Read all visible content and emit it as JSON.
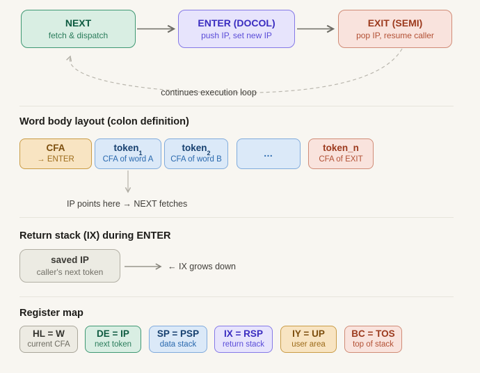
{
  "flow": {
    "nodes": [
      {
        "title": "NEXT",
        "subtitle": "fetch & dispatch",
        "theme": "green"
      },
      {
        "title": "ENTER (DOCOL)",
        "subtitle": "push IP, set new IP",
        "theme": "purple"
      },
      {
        "title": "EXIT (SEMI)",
        "subtitle": "pop IP, resume caller",
        "theme": "red"
      }
    ],
    "loop_label": "continues execution loop"
  },
  "word_body": {
    "heading": "Word body layout (colon definition)",
    "cells": [
      {
        "title": "CFA",
        "sub": "",
        "subtitle": "→ ENTER",
        "theme": "orange"
      },
      {
        "title": "token",
        "sub": "1",
        "subtitle": "CFA of word A",
        "theme": "blue"
      },
      {
        "title": "token",
        "sub": "2",
        "subtitle": "CFA of word B",
        "theme": "blue"
      },
      {
        "title": "…",
        "sub": "",
        "subtitle": "",
        "theme": "blue"
      },
      {
        "title": "token_n",
        "sub": "",
        "subtitle": "CFA of EXIT",
        "theme": "red"
      }
    ],
    "pointer_label": "IP points here → NEXT fetches"
  },
  "return_stack": {
    "heading": "Return stack (IX) during ENTER",
    "cell": {
      "title": "saved IP",
      "subtitle": "caller's next token"
    },
    "note": "← IX grows down"
  },
  "register_map": {
    "heading": "Register map",
    "cells": [
      {
        "title": "HL = W",
        "subtitle": "current CFA",
        "theme": "gray"
      },
      {
        "title": "DE = IP",
        "subtitle": "next token",
        "theme": "green"
      },
      {
        "title": "SP = PSP",
        "subtitle": "data stack",
        "theme": "blue"
      },
      {
        "title": "IX = RSP",
        "subtitle": "return stack",
        "theme": "purple"
      },
      {
        "title": "IY = UP",
        "subtitle": "user area",
        "theme": "orange"
      },
      {
        "title": "BC = TOS",
        "subtitle": "top of stack",
        "theme": "red"
      }
    ]
  },
  "palette": {
    "background": "#f8f6f1",
    "green_bg": "#d9eee3",
    "green_border": "#3f9873",
    "green_text": "#0d5a40",
    "purple_bg": "#e7e4fc",
    "purple_border": "#8579e7",
    "purple_text": "#3a2cc0",
    "red_bg": "#f9e3dd",
    "red_border": "#d08b76",
    "red_text": "#9c3a1e",
    "orange_bg": "#f8e4c2",
    "orange_border": "#c99b45",
    "orange_text": "#7c4e0e",
    "blue_bg": "#dbe9f8",
    "blue_border": "#80abdc",
    "blue_text": "#17406f",
    "gray_bg": "#edebe3",
    "gray_border": "#a9a69a",
    "gray_text": "#34332e",
    "arrow_dark": "#6e6d66",
    "arrow_light": "#b9b6ad",
    "arrow_mid": "#85837a",
    "divider": "#e7e4dc",
    "heading_text": "#1d1c19"
  }
}
